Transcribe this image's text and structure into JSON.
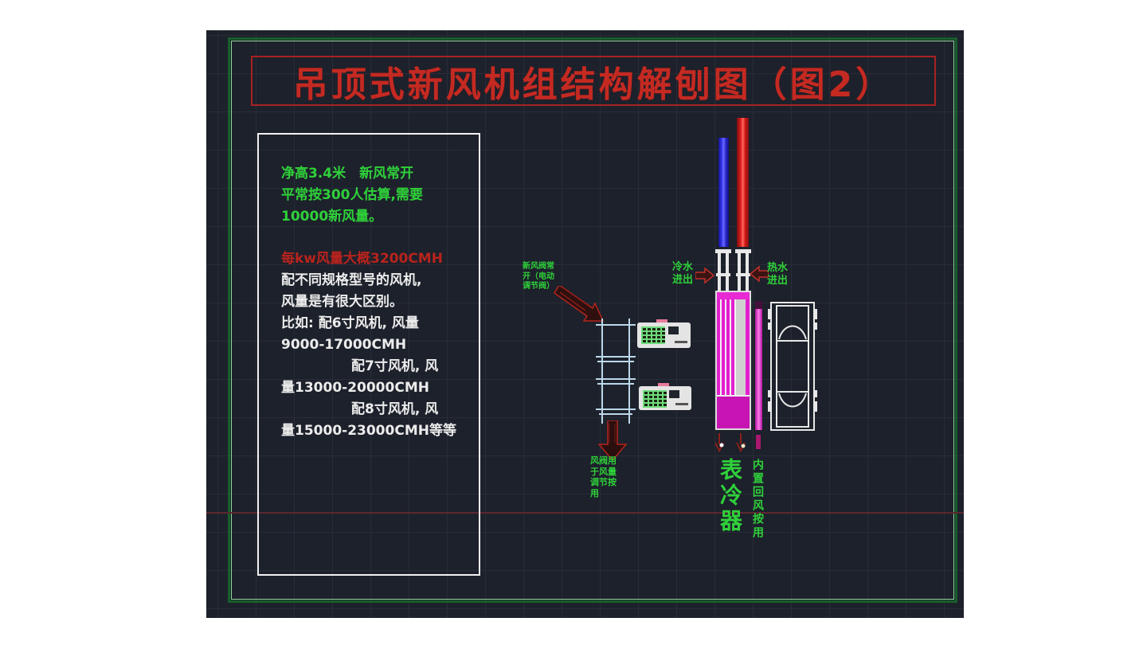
{
  "title": {
    "text": "吊顶式新风机组结构解刨图（图2）"
  },
  "notes": {
    "green": [
      "净高3.4米　新风常开",
      "平常按300人估算,需要",
      "10000新风量。"
    ],
    "red": "每kw风量大概3200CMH",
    "white": [
      "配不同规格型号的风机,",
      "风量是有很大区别。",
      "比如: 配6寸风机, 风量",
      "9000-17000CMH",
      "配7寸风机, 风",
      "量13000-20000CMH",
      "配8寸风机, 风",
      "量15000-23000CMH等等"
    ]
  },
  "diagram": {
    "fresh_air_valve_label": {
      "line1": "新风阀常",
      "line2": "开（电动",
      "line3": "调节阀）"
    },
    "cold_water_label": {
      "line1": "冷水",
      "line2": "进出"
    },
    "hot_water_label": {
      "line1": "热水",
      "line2": "进出"
    },
    "damper_note": {
      "line1": "风阀用",
      "line2": "于风量",
      "line3": "调节按",
      "line4": "用"
    },
    "surface_cooler_label": "表冷器",
    "return_air_note": "内置回风按用"
  },
  "colors": {
    "canvas_bg": "#1d212b",
    "frame_green": "#175e2b",
    "title_red": "#c42a22",
    "note_green": "#2fd13a",
    "note_white": "#ececec",
    "magenta": "#e31fcf",
    "pipe_blue": "#3333e8",
    "pipe_red": "#e02020",
    "ladder_blue": "#bcd8ea"
  }
}
